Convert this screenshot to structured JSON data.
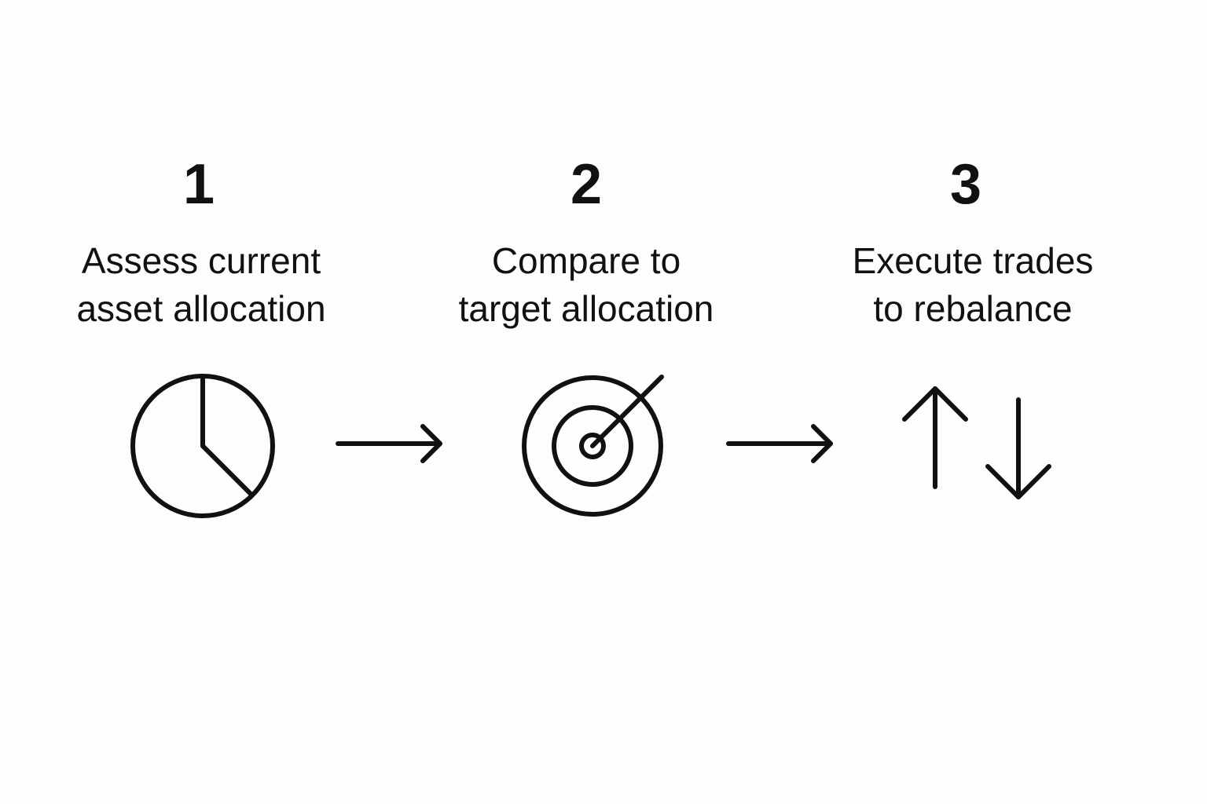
{
  "steps": [
    {
      "number": "1",
      "label_lines": [
        "Assess current",
        "asset allocation"
      ],
      "icon": "pie-chart-icon"
    },
    {
      "number": "2",
      "label_lines": [
        "Compare to",
        "target allocation"
      ],
      "icon": "target-icon"
    },
    {
      "number": "3",
      "label_lines": [
        "Execute trades",
        "to rebalance"
      ],
      "icon": "up-down-arrows-icon"
    }
  ],
  "connectors": [
    "arrow-right-icon",
    "arrow-right-icon"
  ],
  "colors": {
    "background": "#fdfdfd",
    "ink": "#111111"
  }
}
